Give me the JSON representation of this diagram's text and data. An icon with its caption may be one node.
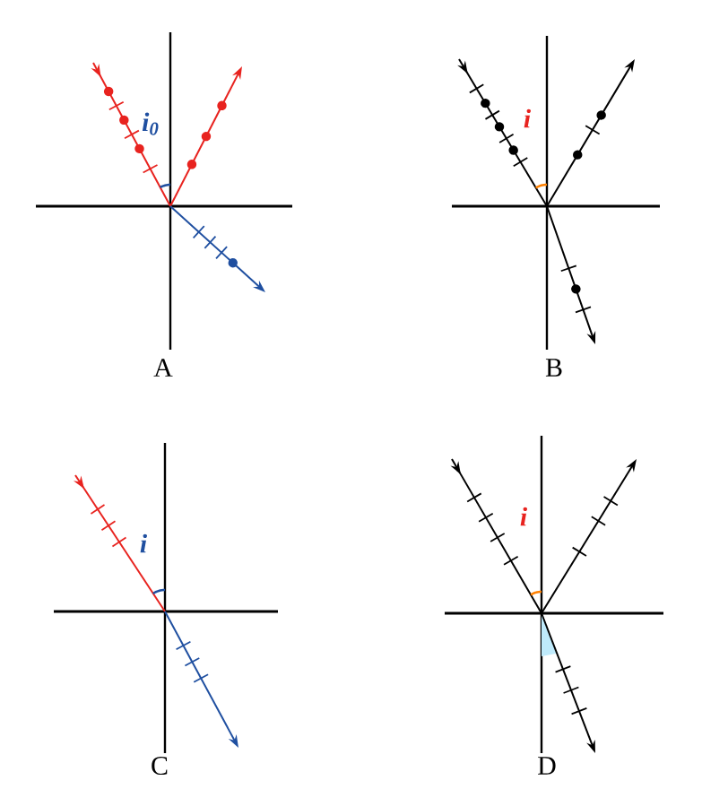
{
  "diagram": {
    "labels": [
      "i$_{0}$",
      "A",
      "i",
      "B",
      "i",
      "C",
      "i",
      "D"
    ]
  }
}
